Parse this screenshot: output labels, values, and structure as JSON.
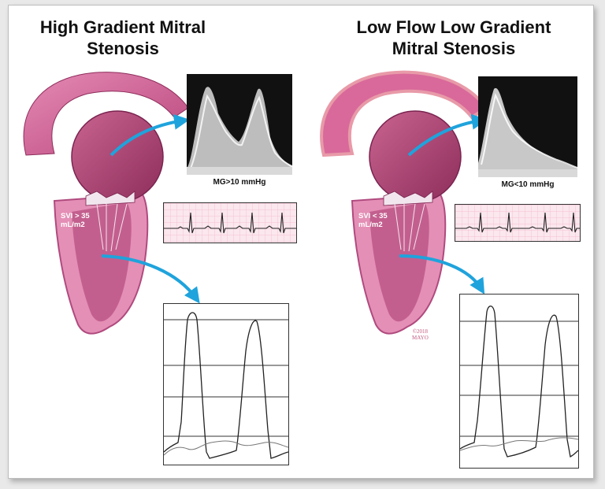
{
  "left_panel": {
    "title_line1": "High Gradient Mitral",
    "title_line2": "Stenosis",
    "svi_line1": "SVI > 35",
    "svi_line2": "mL/m2",
    "doppler_caption": "MG>10 mmHg"
  },
  "right_panel": {
    "title_line1": "Low Flow Low Gradient",
    "title_line2": "Mitral Stenosis",
    "svi_line1": "SVI < 35",
    "svi_line2": "mL/m2",
    "doppler_caption": "MG<10 mmHg",
    "watermark_line1": "©2018",
    "watermark_line2": "MAYO"
  },
  "colors": {
    "heart_pink": "#d9699a",
    "heart_dark": "#a83a6e",
    "aorta_outline_right": "#e89aa8",
    "arrow_blue": "#1fa3dc",
    "ecg_grid": "#f4b6c8"
  }
}
